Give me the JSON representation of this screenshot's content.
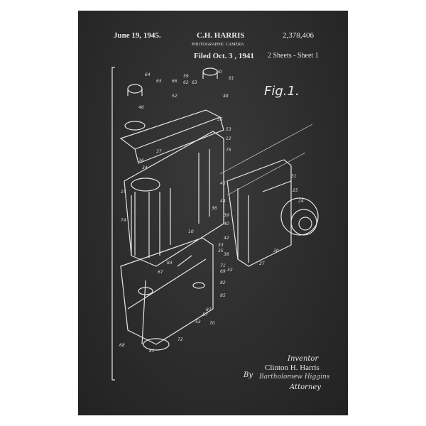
{
  "header": {
    "date": "June 19, 1945.",
    "inventor_name": "C.H. HARRIS",
    "title": "PHOTOGRAPHIC CAMERA",
    "filed": "Filed Oct. 3 , 1941",
    "patent_number": "2,378,406",
    "sheets": "2 Sheets - Sheet 1"
  },
  "figure_label": "Fig.1.",
  "footer": {
    "inventor_label": "Inventor",
    "inventor": "Clinton H. Harris",
    "by": "By",
    "signature": "Bartholomew Higgins",
    "attorney_label": "Attorney"
  },
  "refs": [
    "64",
    "65",
    "66",
    "59",
    "60",
    "62",
    "63",
    "61",
    "52",
    "48",
    "46",
    "55",
    "53",
    "12",
    "75",
    "37",
    "36",
    "34",
    "15",
    "74",
    "10",
    "45",
    "31",
    "25",
    "24",
    "36",
    "44",
    "39",
    "40",
    "42",
    "35",
    "33",
    "38",
    "32",
    "30",
    "27",
    "67",
    "83",
    "71",
    "69",
    "82",
    "85",
    "87",
    "57",
    "53",
    "70",
    "68",
    "81",
    "72"
  ]
}
